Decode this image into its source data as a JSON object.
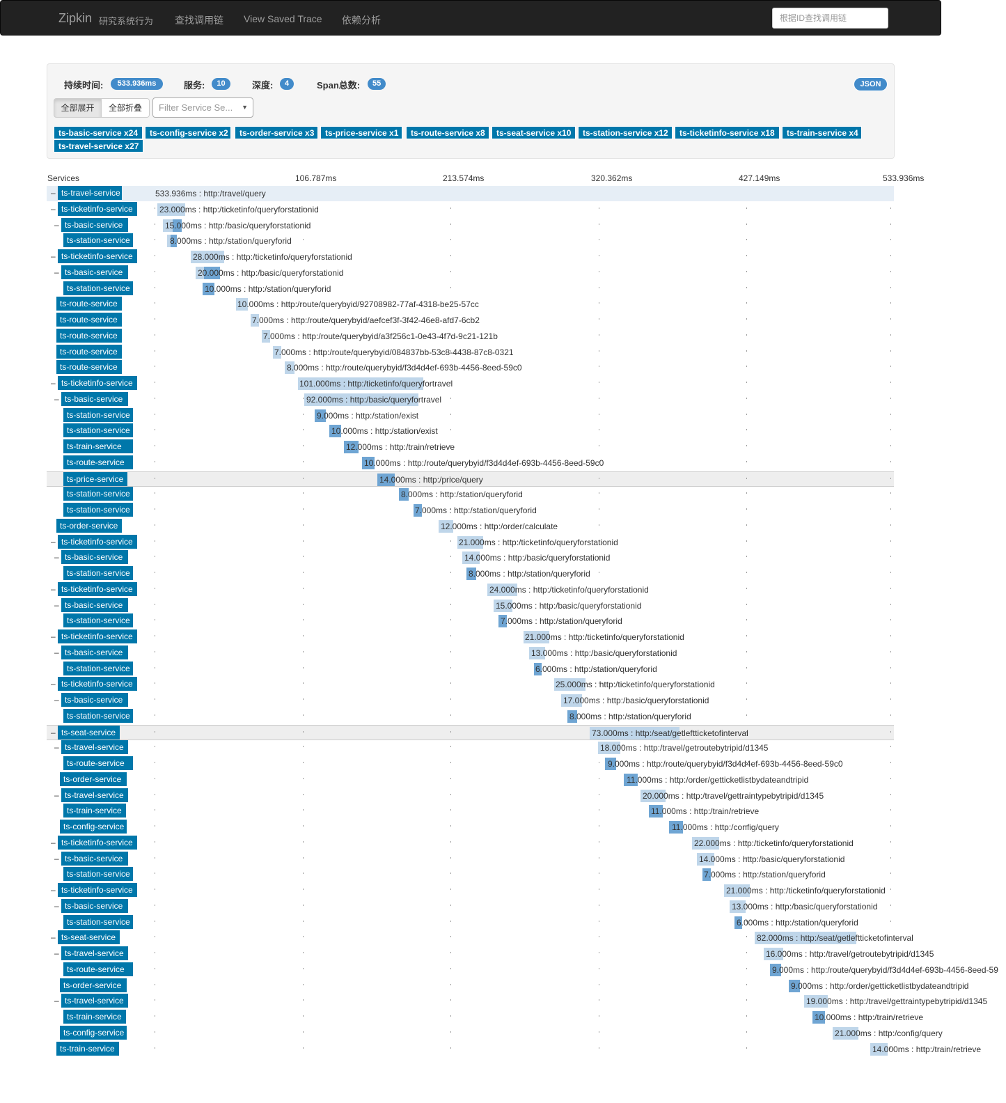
{
  "navbar": {
    "brand": "Zipkin",
    "subtitle": "研究系统行为",
    "links": [
      "查找调用链",
      "View Saved Trace",
      "依赖分析"
    ],
    "search_placeholder": "根据ID查找调用链"
  },
  "summary": {
    "duration_label": "持续时间:",
    "duration_value": "533.936ms",
    "services_label": "服务:",
    "services_value": "10",
    "depth_label": "深度:",
    "depth_value": "4",
    "spans_label": "Span总数:",
    "spans_value": "55",
    "json_label": "JSON"
  },
  "controls": {
    "expand_all": "全部展开",
    "collapse_all": "全部折叠",
    "filter_placeholder": "Filter Service Se..."
  },
  "service_tags": [
    "ts-basic-service x24",
    "ts-config-service x2",
    "ts-order-service x3",
    "ts-price-service x1",
    "ts-route-service x8",
    "ts-seat-service x10",
    "ts-station-service x12",
    "ts-ticketinfo-service x18",
    "ts-train-service x4",
    "ts-travel-service x27"
  ],
  "timeline_header": {
    "services_label": "Services",
    "ticks": [
      "106.787ms",
      "213.574ms",
      "320.362ms",
      "427.149ms",
      "533.936ms"
    ]
  },
  "spans": [
    {
      "service": "ts-travel-service",
      "label": "533.936ms : http:/travel/query"
    },
    {
      "service": "ts-ticketinfo-service",
      "label": "23.000ms : http:/ticketinfo/queryforstationid"
    },
    {
      "service": "ts-basic-service",
      "label": "15.000ms : http:/basic/queryforstationid"
    },
    {
      "service": "ts-station-service",
      "label": "8.000ms : http:/station/queryforid"
    },
    {
      "service": "ts-ticketinfo-service",
      "label": "28.000ms : http:/ticketinfo/queryforstationid"
    },
    {
      "service": "ts-basic-service",
      "label": "20.000ms : http:/basic/queryforstationid"
    },
    {
      "service": "ts-station-service",
      "label": "10.000ms : http:/station/queryforid"
    },
    {
      "service": "ts-route-service",
      "label": "10.000ms : http:/route/querybyid/92708982-77af-4318-be25-57cc"
    },
    {
      "service": "ts-route-service",
      "label": "7.000ms : http:/route/querybyid/aefcef3f-3f42-46e8-afd7-6cb2"
    },
    {
      "service": "ts-route-service",
      "label": "7.000ms : http:/route/querybyid/a3f256c1-0e43-4f7d-9c21-121b"
    },
    {
      "service": "ts-route-service",
      "label": "7.000ms : http:/route/querybyid/084837bb-53c8-4438-87c8-0321"
    },
    {
      "service": "ts-route-service",
      "label": "8.000ms : http:/route/querybyid/f3d4d4ef-693b-4456-8eed-59c0"
    },
    {
      "service": "ts-ticketinfo-service",
      "label": "101.000ms : http:/ticketinfo/queryfortravel"
    },
    {
      "service": "ts-basic-service",
      "label": "92.000ms : http:/basic/queryfortravel"
    },
    {
      "service": "ts-station-service",
      "label": "9.000ms : http:/station/exist"
    },
    {
      "service": "ts-station-service",
      "label": "10.000ms : http:/station/exist"
    },
    {
      "service": "ts-train-service",
      "label": "12.000ms : http:/train/retrieve"
    },
    {
      "service": "ts-route-service",
      "label": "10.000ms : http:/route/querybyid/f3d4d4ef-693b-4456-8eed-59c0"
    },
    {
      "service": "ts-price-service",
      "label": "14.000ms : http:/price/query"
    },
    {
      "service": "ts-station-service",
      "label": "8.000ms : http:/station/queryforid"
    },
    {
      "service": "ts-station-service",
      "label": "7.000ms : http:/station/queryforid"
    },
    {
      "service": "ts-order-service",
      "label": "12.000ms : http:/order/calculate"
    },
    {
      "service": "ts-ticketinfo-service",
      "label": "21.000ms : http:/ticketinfo/queryforstationid"
    },
    {
      "service": "ts-basic-service",
      "label": "14.000ms : http:/basic/queryforstationid"
    },
    {
      "service": "ts-station-service",
      "label": "8.000ms : http:/station/queryforid"
    },
    {
      "service": "ts-ticketinfo-service",
      "label": "24.000ms : http:/ticketinfo/queryforstationid"
    },
    {
      "service": "ts-basic-service",
      "label": "15.000ms : http:/basic/queryforstationid"
    },
    {
      "service": "ts-station-service",
      "label": "7.000ms : http:/station/queryforid"
    },
    {
      "service": "ts-ticketinfo-service",
      "label": "21.000ms : http:/ticketinfo/queryforstationid"
    },
    {
      "service": "ts-basic-service",
      "label": "13.000ms : http:/basic/queryforstationid"
    },
    {
      "service": "ts-station-service",
      "label": "6.000ms : http:/station/queryforid"
    },
    {
      "service": "ts-ticketinfo-service",
      "label": "25.000ms : http:/ticketinfo/queryforstationid"
    },
    {
      "service": "ts-basic-service",
      "label": "17.000ms : http:/basic/queryforstationid"
    },
    {
      "service": "ts-station-service",
      "label": "8.000ms : http:/station/queryforid"
    },
    {
      "service": "ts-seat-service",
      "label": "73.000ms : http:/seat/getleftticketofinterval"
    },
    {
      "service": "ts-travel-service",
      "label": "18.000ms : http:/travel/getroutebytripid/d1345"
    },
    {
      "service": "ts-route-service",
      "label": "9.000ms : http:/route/querybyid/f3d4d4ef-693b-4456-8eed-59c0"
    },
    {
      "service": "ts-order-service",
      "label": "11.000ms : http:/order/getticketlistbydateandtripid"
    },
    {
      "service": "ts-travel-service",
      "label": "20.000ms : http:/travel/gettraintypebytripid/d1345"
    },
    {
      "service": "ts-train-service",
      "label": "11.000ms : http:/train/retrieve"
    },
    {
      "service": "ts-config-service",
      "label": "11.000ms : http:/config/query"
    },
    {
      "service": "ts-ticketinfo-service",
      "label": "22.000ms : http:/ticketinfo/queryforstationid"
    },
    {
      "service": "ts-basic-service",
      "label": "14.000ms : http:/basic/queryforstationid"
    },
    {
      "service": "ts-station-service",
      "label": "7.000ms : http:/station/queryforid"
    },
    {
      "service": "ts-ticketinfo-service",
      "label": "21.000ms : http:/ticketinfo/queryforstationid"
    },
    {
      "service": "ts-basic-service",
      "label": "13.000ms : http:/basic/queryforstationid"
    },
    {
      "service": "ts-station-service",
      "label": "6.000ms : http:/station/queryforid"
    },
    {
      "service": "ts-seat-service",
      "label": "82.000ms : http:/seat/getleftticketofinterval"
    },
    {
      "service": "ts-travel-service",
      "label": "16.000ms : http:/travel/getroutebytripid/d1345"
    },
    {
      "service": "ts-route-service",
      "label": "9.000ms : http:/route/querybyid/f3d4d4ef-693b-4456-8eed-59"
    },
    {
      "service": "ts-order-service",
      "label": "9.000ms : http:/order/getticketlistbydateandtripid"
    },
    {
      "service": "ts-travel-service",
      "label": "19.000ms : http:/travel/gettraintypebytripid/d1345"
    },
    {
      "service": "ts-train-service",
      "label": "10.000ms : http:/train/retrieve"
    },
    {
      "service": "ts-config-service",
      "label": "21.000ms : http:/config/query"
    },
    {
      "service": "ts-train-service",
      "label": "14.000ms : http:/train/retrieve"
    }
  ],
  "colors": {
    "navbar": "#222222",
    "service_tag": "#0077aa",
    "badge": "#428bca",
    "span_light": "#bfd6ea",
    "span_dark": "#6fa5d3"
  }
}
